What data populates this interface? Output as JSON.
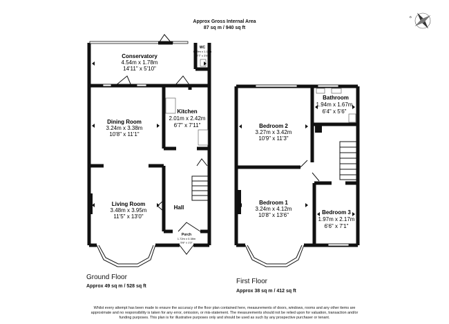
{
  "header": {
    "title": "Approx Gross Internal Area",
    "area": "87 sq m / 940 sq ft"
  },
  "compass_icon": "compass-rose-icon",
  "ground_floor": {
    "label": "Ground Floor",
    "area": "Approx 49 sq m / 528 sq ft",
    "rooms": {
      "conservatory": {
        "name": "Conservatory",
        "metric": "4.54m x 1.78m",
        "imperial": "14'11\" x 5'10\""
      },
      "wc": {
        "name": "WC",
        "metric": "0.79m x 1.14m",
        "imperial": "2'7\" x 3'9\""
      },
      "dining": {
        "name": "Dining Room",
        "metric": "3.24m x 3.38m",
        "imperial": "10'8\" x 11'1\""
      },
      "kitchen": {
        "name": "Kitchen",
        "metric": "2.01m x 2.42m",
        "imperial": "6'7\" x 7'11\""
      },
      "living": {
        "name": "Living Room",
        "metric": "3.48m x 3.95m",
        "imperial": "11'5\" x 13'0\""
      },
      "hall": {
        "name": "Hall"
      },
      "porch": {
        "name": "Porch",
        "metric": "1.72m x 0.38m",
        "imperial": "5'8\" x 1'3\""
      }
    }
  },
  "first_floor": {
    "label": "First Floor",
    "area": "Approx 38 sq m / 412 sq ft",
    "rooms": {
      "bedroom2": {
        "name": "Bedroom 2",
        "metric": "3.27m x 3.42m",
        "imperial": "10'9\" x 11'3\""
      },
      "bathroom": {
        "name": "Bathroom",
        "metric": "1.94m x 1.67m",
        "imperial": "6'4\" x 5'6\""
      },
      "bedroom1": {
        "name": "Bedroom 1",
        "metric": "3.24m x 4.12m",
        "imperial": "10'8\" x 13'6\""
      },
      "bedroom3": {
        "name": "Bedroom 3",
        "metric": "1.97m x 2.17m",
        "imperial": "6'6\" x 7'1\""
      }
    }
  },
  "disclaimer": "Whilst every attempt has been made to ensure the accuracy of the floor plan contained here, measurements of doors, windows, rooms and any other items are approximate and no responsibility is taken for any error, omission, or mis-statement. The measurements should not be relied upon for valuation, transaction and/or funding purposes. This plan is for illustrative purposes only and should be used as such by any prospective purchaser or tenant."
}
